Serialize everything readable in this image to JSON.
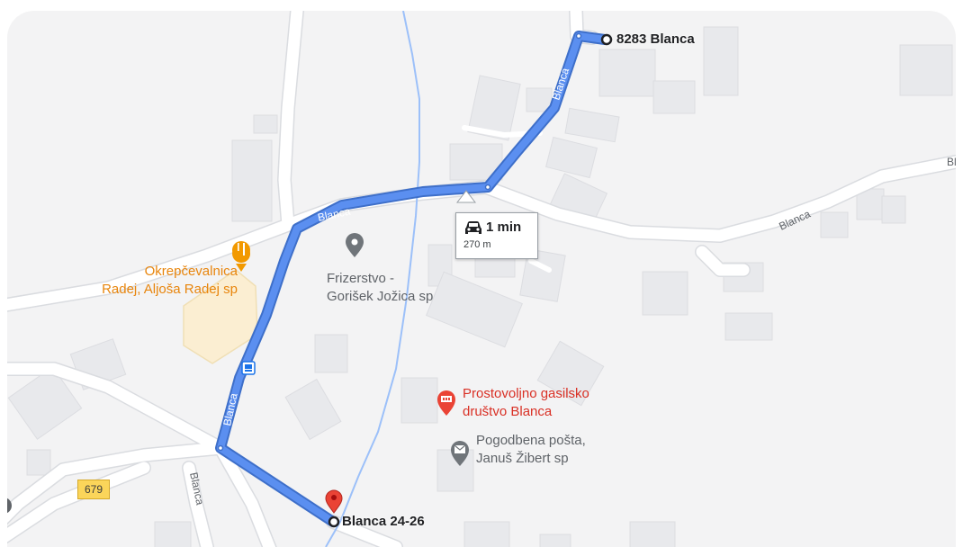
{
  "map": {
    "pois": {
      "restaurant": {
        "line1": "Okrepčevalnica",
        "line2": "Radej, Aljoša Radej sp",
        "icon": "restaurant-icon",
        "color": "#e8850c"
      },
      "hairdresser": {
        "line1": "Frizerstvo -",
        "line2": "Gorišek Jožica sp",
        "icon": "place-pin-icon",
        "color": "#70757a"
      },
      "fire_station": {
        "line1": "Prostovoljno gasilsko",
        "line2": "društvo Blanca",
        "icon": "fire-station-icon",
        "color": "#d93025"
      },
      "post_office": {
        "line1": "Pogodbena pošta,",
        "line2": "Januš Žibert sp",
        "icon": "mail-icon",
        "color": "#70757a"
      }
    },
    "street_labels": {
      "route_upper": "Blanca",
      "route_middle": "Blanca",
      "route_lower": "Blanca",
      "east_road": "Blanca",
      "south_road": "Blanca",
      "edge_right": "Bl"
    },
    "road_shield": "679",
    "route": {
      "origin": "8283 Blanca",
      "destination": "Blanca 24-26",
      "duration": "1 min",
      "distance": "270 m",
      "mode_icon": "car-icon",
      "route_color": "#4f86ec",
      "destination_pin_color": "#ea4335"
    }
  }
}
